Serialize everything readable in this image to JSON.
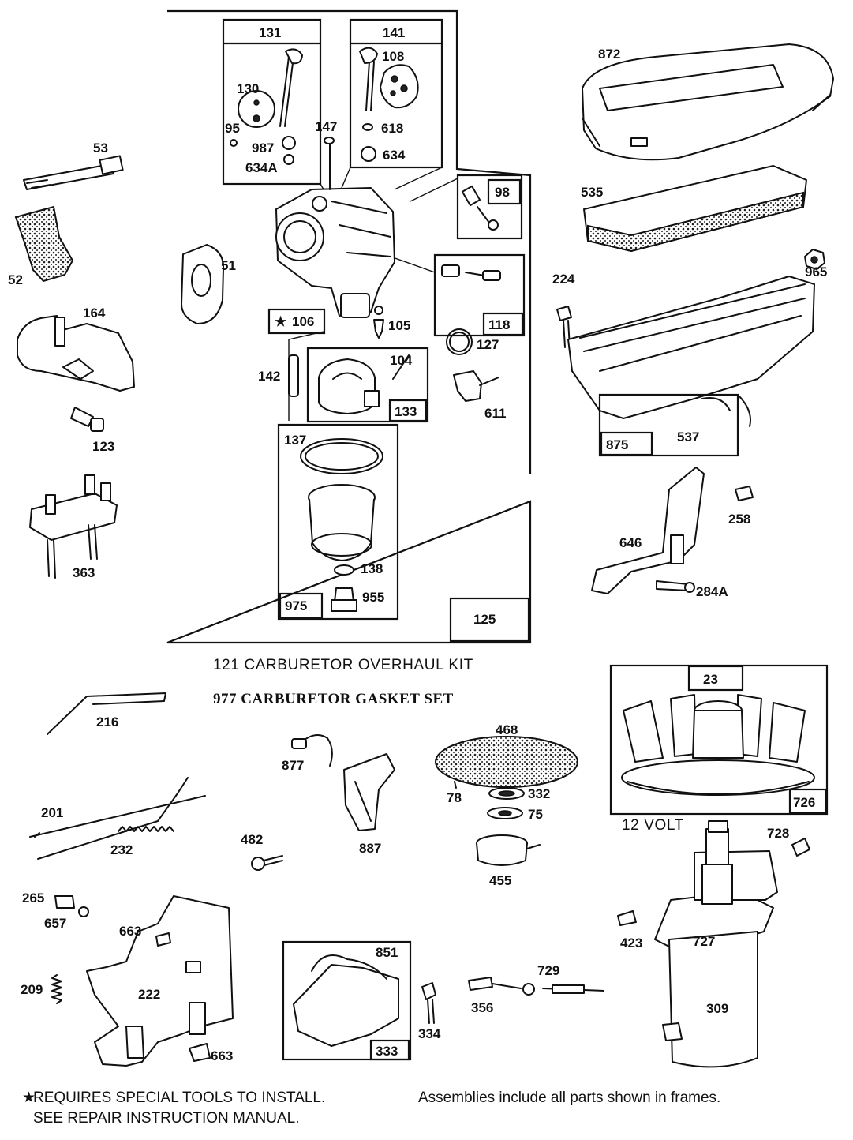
{
  "captions": {
    "overhaul_kit": "121  CARBURETOR OVERHAUL KIT",
    "gasket_set": "977  CARBURETOR GASKET SET",
    "voltage": "12 VOLT"
  },
  "footer": {
    "note_symbol": "★",
    "note_line1": "REQUIRES SPECIAL TOOLS TO INSTALL.",
    "note_line2": "SEE REPAIR INSTRUCTION MANUAL.",
    "assemblies": "Assemblies include all parts shown in frames."
  },
  "labels": {
    "p131": "131",
    "p141": "141",
    "p108": "108",
    "p130": "130",
    "p95": "95",
    "p987": "987",
    "p634a": "634A",
    "p147": "147",
    "p618": "618",
    "p634": "634",
    "p98": "98",
    "p53": "53",
    "p52": "52",
    "p51": "51",
    "p118": "118",
    "p164": "164",
    "p106": "106",
    "p106_star": "★",
    "p105": "105",
    "p127": "127",
    "p142": "142",
    "p104": "104",
    "p133": "133",
    "p611": "611",
    "p123": "123",
    "p137": "137",
    "p363": "363",
    "p138": "138",
    "p975": "975",
    "p955": "955",
    "p125": "125",
    "p872": "872",
    "p535": "535",
    "p965": "965",
    "p224": "224",
    "p875": "875",
    "p537": "537",
    "p258": "258",
    "p646": "646",
    "p284a": "284A",
    "p23": "23",
    "p216": "216",
    "p468": "468",
    "p877": "877",
    "p332": "332",
    "p78": "78",
    "p75": "75",
    "p726": "726",
    "p201": "201",
    "p232": "232",
    "p887": "887",
    "p482": "482",
    "p728": "728",
    "p455": "455",
    "p265": "265",
    "p657": "657",
    "p663a": "663",
    "p423": "423",
    "p727": "727",
    "p851": "851",
    "p729": "729",
    "p209": "209",
    "p222": "222",
    "p356": "356",
    "p334": "334",
    "p309": "309",
    "p663b": "663",
    "p333": "333"
  }
}
